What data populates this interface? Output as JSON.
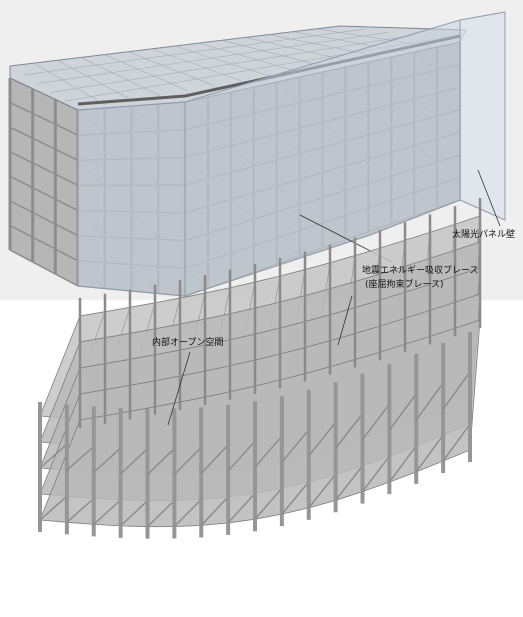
{
  "labels": {
    "solar_panel_wall": "太陽光パネル壁",
    "brace_line1": "地震エネルギー吸収ブレース",
    "brace_line2": "(座屈拘束ブレース)",
    "internal_open_space": "内部オープン空間"
  },
  "colors": {
    "steel_light": "#c9c9c9",
    "steel_mid": "#a9a9a9",
    "steel_dark": "#7d7d7d",
    "glass": "#cdd6e2",
    "glass_edge": "#8f9aab",
    "floor": "#bdbdbd"
  }
}
